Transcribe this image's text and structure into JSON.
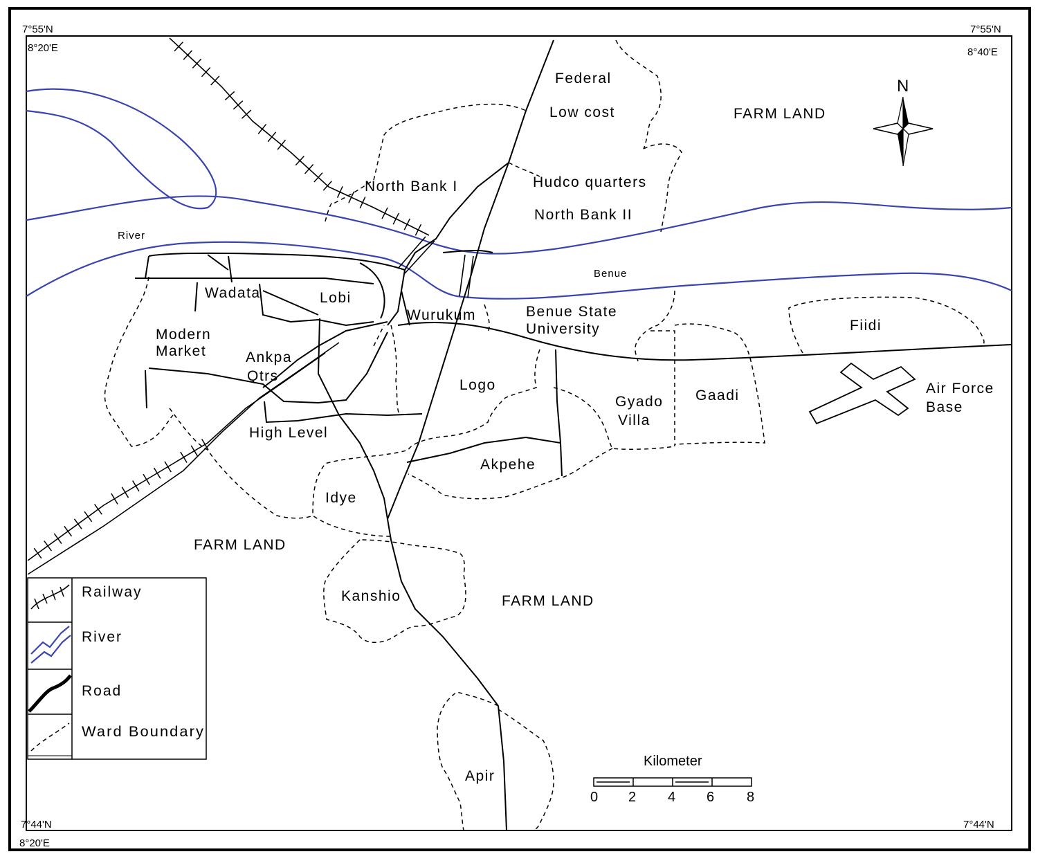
{
  "coordinates": {
    "top_left_lat": "7°55'N",
    "top_left_lon": "8°20'E",
    "top_right_lat": "7°55'N",
    "top_right_lon": "8°40'E",
    "bottom_left_lat": "7°44'N",
    "bottom_left_lon": "8°20'E",
    "bottom_right_lat": "7°44'N"
  },
  "north_label": "N",
  "places": {
    "federal": "Federal",
    "low_cost": "Low cost",
    "north_bank_1": "North Bank I",
    "hudco": "Hudco quarters",
    "north_bank_2": "North Bank II",
    "wadata": "Wadata",
    "lobi": "Lobi",
    "wurukum": "Wurukum",
    "bsu_1": "Benue State",
    "bsu_2": "University",
    "modern_1": "Modern",
    "modern_2": "Market",
    "ankpa_1": "Ankpa",
    "ankpa_2": "Qtrs",
    "logo": "Logo",
    "high_level": "High Level",
    "gyado_1": "Gyado",
    "gyado_2": "Villa",
    "gaadi": "Gaadi",
    "fiidi": "Fiidi",
    "airforce_1": "Air Force",
    "airforce_2": "Base",
    "akpehe": "Akpehe",
    "idye": "Idye",
    "kanshio": "Kanshio",
    "apir": "Apir"
  },
  "farm_land": "FARM LAND",
  "river_names": {
    "river": "River",
    "benue": "Benue"
  },
  "legend": {
    "railway": "Railway",
    "river": "River",
    "road": "Road",
    "ward_boundary": "Ward Boundary"
  },
  "scale": {
    "title": "Kilometer",
    "ticks": [
      "0",
      "2",
      "4",
      "6",
      "8"
    ]
  },
  "colors": {
    "river": "#3a44b0",
    "line": "#000000"
  }
}
